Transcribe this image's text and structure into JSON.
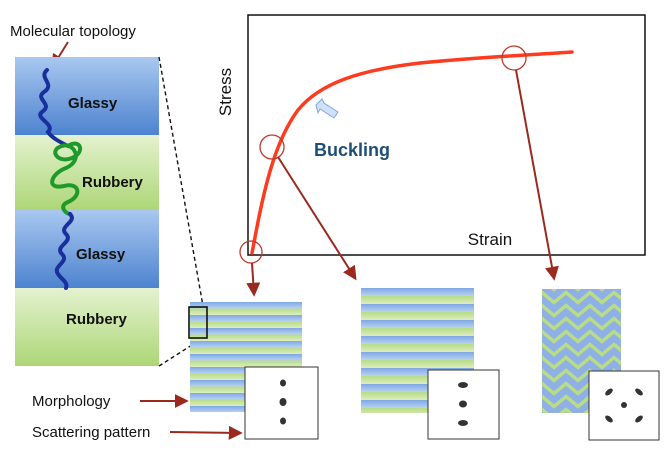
{
  "annotations": {
    "molecular_topology": "Molecular topology",
    "morphology": "Morphology",
    "scattering_pattern": "Scattering pattern"
  },
  "layers": [
    {
      "label": "Glassy",
      "kind": "glassy"
    },
    {
      "label": "Rubbery",
      "kind": "rubbery"
    },
    {
      "label": "Glassy",
      "kind": "glassy"
    },
    {
      "label": "Rubbery",
      "kind": "rubbery"
    }
  ],
  "curve": {
    "ylabel": "Stress",
    "xlabel": "Strain",
    "annotation": "Buckling"
  },
  "colors": {
    "glassy": "#5b8fd6",
    "rubbery": "#b9dc86",
    "curve": "#ff3b1f",
    "arrow": "#9a2a1f",
    "chain_glassy": "#1a2f9e",
    "chain_rubbery": "#1e9a2a",
    "buckling_text": "#1f4e79"
  }
}
